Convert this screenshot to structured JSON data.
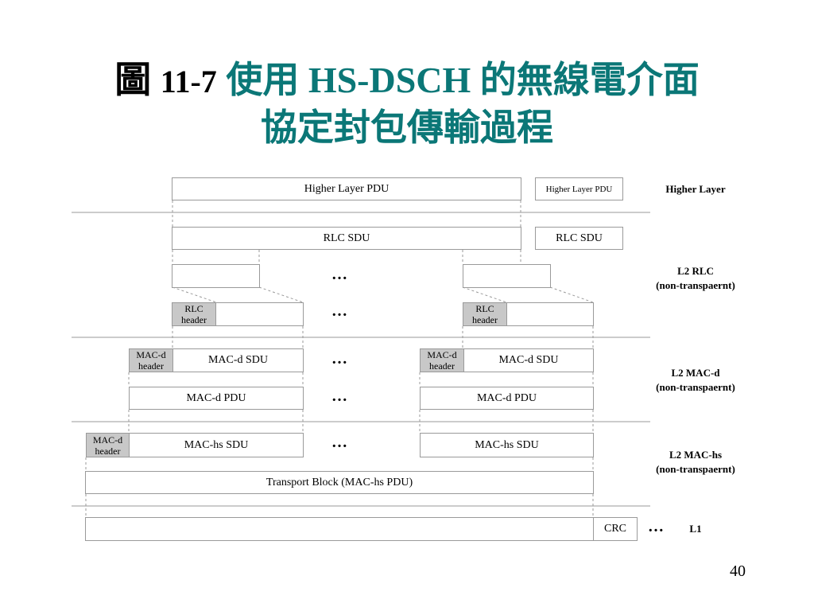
{
  "title": {
    "figure_label": "圖",
    "figure_number": "11-7",
    "line1_a": "使用 ",
    "line1_b": "HS-DSCH",
    "line1_c": " 的無線電介面",
    "line2": "協定封包傳輸過程"
  },
  "boxes": {
    "higher_pdu_main": "Higher Layer PDU",
    "higher_pdu_small": "Higher Layer PDU",
    "rlc_sdu_main": "RLC SDU",
    "rlc_sdu_small": "RLC SDU",
    "rlc_header_1": "RLC header",
    "rlc_header_2": "RLC header",
    "macd_header_1": "MAC-d header",
    "macd_header_2": "MAC-d header",
    "macd_sdu_1": "MAC-d SDU",
    "macd_sdu_2": "MAC-d SDU",
    "macd_pdu_1": "MAC-d PDU",
    "macd_pdu_2": "MAC-d PDU",
    "machs_header": "MAC-d header",
    "machs_sdu_1": "MAC-hs SDU",
    "machs_sdu_2": "MAC-hs SDU",
    "transport_block": "Transport Block (MAC-hs PDU)",
    "crc": "CRC"
  },
  "ellipsis": "…",
  "layers": {
    "higher": "Higher Layer",
    "l2rlc": "L2 RLC",
    "l2rlc_sub": "(non-transpaernt)",
    "l2macd": "L2 MAC-d",
    "l2macd_sub": "(non-transpaernt)",
    "l2machs": "L2 MAC-hs",
    "l2machs_sub": "(non-transpaernt)",
    "l1": "L1"
  },
  "page_number": "40"
}
